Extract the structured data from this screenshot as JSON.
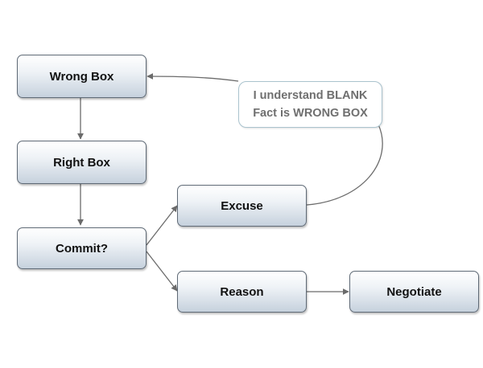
{
  "nodes": {
    "wrong_box": "Wrong Box",
    "right_box": "Right Box",
    "commit": "Commit?",
    "excuse": "Excuse",
    "reason": "Reason",
    "negotiate": "Negotiate"
  },
  "callout": {
    "line1": "I understand BLANK",
    "line2": "Fact is WRONG BOX"
  },
  "colors": {
    "node_border": "#5f6a76",
    "node_gradient_top": "#ffffff",
    "node_gradient_bottom": "#c6d1dd",
    "connector": "#6b6b6b",
    "callout_border": "#aac3ce",
    "callout_text": "#6f6f6f"
  }
}
